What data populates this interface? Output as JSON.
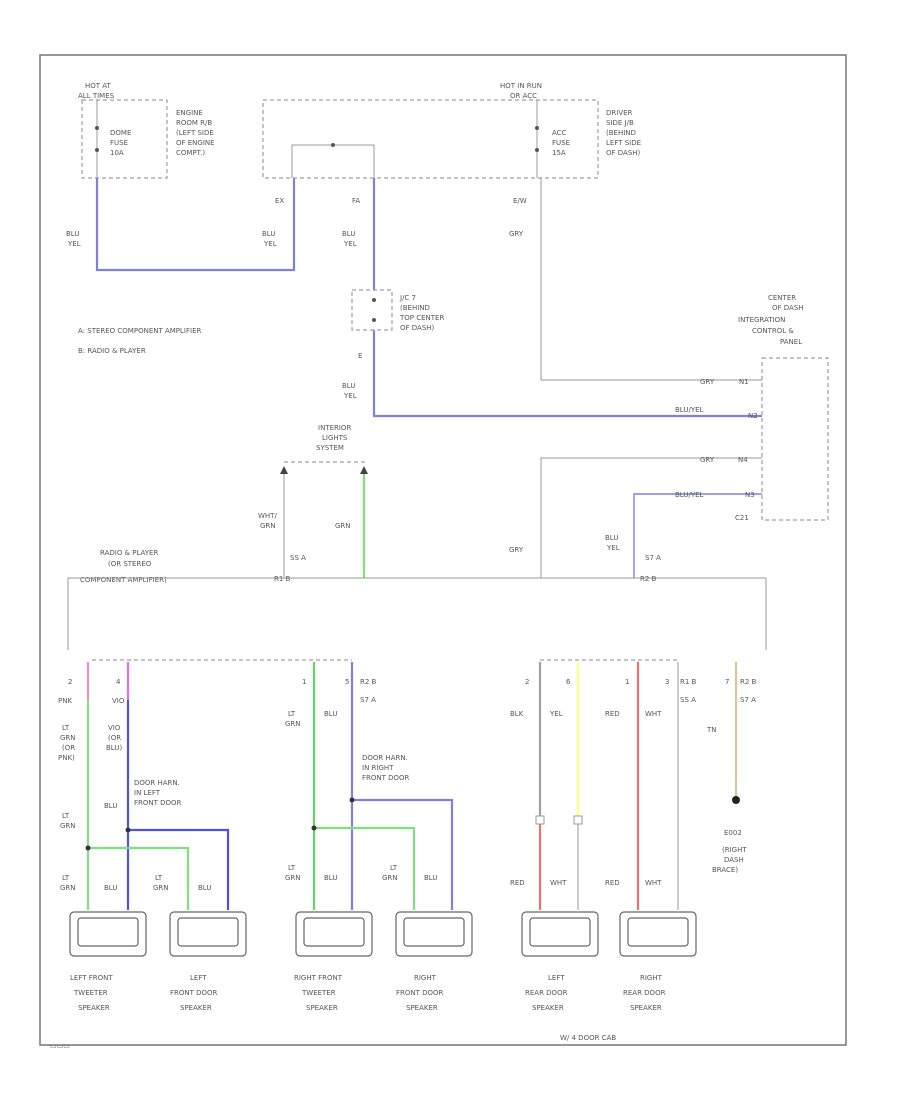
{
  "fuses": {
    "hot_at_all_times": [
      "HOT AT",
      "ALL TIMES"
    ],
    "hot_in_run": [
      "HOT IN RUN",
      "OR ACC"
    ],
    "dome_fuse": [
      "DOME",
      "FUSE",
      "10A"
    ],
    "acc_fuse": [
      "ACC",
      "FUSE",
      "15A"
    ],
    "engine_box": [
      "ENGINE",
      "ROOM R/B",
      "(LEFT SIDE",
      "OF ENGINE",
      "COMPT.)"
    ],
    "driver_box": [
      "DRIVER",
      "SIDE J/B",
      "(BEHIND",
      "LEFT SIDE",
      "OF DASH)"
    ],
    "ac_relay": [
      "J/C 7",
      "(BEHIND",
      "TOP CENTER",
      "OF DASH)"
    ]
  },
  "legend": [
    "A: STEREO COMPONENT AMPLIFIER",
    "B: RADIO & PLAYER"
  ],
  "modules": {
    "integration_panel": [
      "CENTER",
      "OF DASH",
      "INTEGRATION",
      "CONTROL &",
      "PANEL"
    ],
    "interior_lights": [
      "INTERIOR",
      "LIGHTS",
      "SYSTEM"
    ],
    "radio_player": [
      "RADIO & PLAYER",
      "(OR STEREO",
      "COMPONENT AMPLIFIER)"
    ]
  },
  "pins": {
    "ex": "EX",
    "fa": "FA",
    "ew": "E/W",
    "e": "E",
    "c21": "C21",
    "n1": "N1",
    "n2": "N2",
    "n3": "N3",
    "n4": "N4",
    "ss_a": "SS A",
    "r1_b": "R1 B",
    "s7_a": "S7 A",
    "r2_b": "R2 B",
    "p2": "2",
    "p4": "4",
    "p1": "1",
    "p5": "5",
    "p6": "6",
    "p3": "3",
    "p7": "7"
  },
  "wire_colors": {
    "blu_yel": [
      "BLU",
      "YEL"
    ],
    "gry": "GRY",
    "wht_grn": [
      "WHT/",
      "GRN"
    ],
    "grn": "GRN",
    "pnk": "PNK",
    "vio": "VIO",
    "lt_grn": [
      "LT",
      "GRN"
    ],
    "lt_grn_pnk": [
      "LT",
      "GRN",
      "(OR",
      "PNK)"
    ],
    "vio_blu": [
      "VIO",
      "(OR",
      "BLU)"
    ],
    "blu": "BLU",
    "blk": "BLK",
    "yel": "YEL",
    "red": "RED",
    "wht": "WHT",
    "tn": "TN"
  },
  "splices": {
    "left_door": [
      "DOOR HARN.",
      "IN LEFT",
      "FRONT DOOR"
    ],
    "right_door": [
      "DOOR HARN.",
      "IN RIGHT",
      "FRONT DOOR"
    ],
    "ground": [
      "E002",
      "(RIGHT",
      "DASH",
      "BRACE)"
    ]
  },
  "speakers": {
    "lf_tweeter": [
      "LEFT FRONT",
      "TWEETER",
      "SPEAKER"
    ],
    "lf_door": [
      "LEFT",
      "FRONT DOOR",
      "SPEAKER"
    ],
    "rf_tweeter": [
      "RIGHT FRONT",
      "TWEETER",
      "SPEAKER"
    ],
    "rf_door": [
      "RIGHT",
      "FRONT DOOR",
      "SPEAKER"
    ],
    "l_rear": [
      "LEFT",
      "REAR DOOR",
      "SPEAKER"
    ],
    "r_rear": [
      "RIGHT",
      "REAR DOOR",
      "SPEAKER"
    ]
  },
  "footer": "W/ 4 DOOR CAB",
  "colors": {
    "blue": "#8080e0",
    "green": "#80e080",
    "pink": "#f090c0",
    "magenta": "#e070e0",
    "gray": "#a0a0a0",
    "yellow": "#ffff80",
    "red": "#f07070",
    "tan": "#d8c890",
    "strong_blue": "#5050e8",
    "strong_green": "#60d860"
  }
}
